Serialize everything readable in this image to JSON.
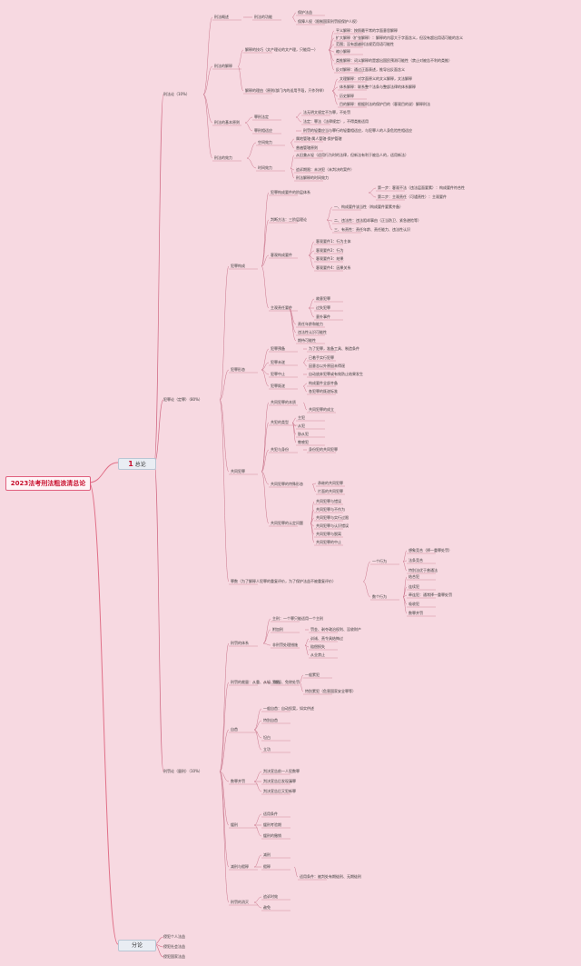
{
  "title": "2023法考刑法粗浪清总论",
  "branches": {
    "zonglun": {
      "num": "1",
      "label": "总论"
    },
    "fenlun": {
      "label": "分论"
    }
  },
  "sections": {
    "xingfalun": "刑法论（10%）",
    "fanzuilun": "犯罪论（定罪）（80%）",
    "xingfalun2": "刑罚论（量刑）（10%）"
  },
  "fenlun_items": [
    "侵犯个人法益",
    "侵犯社会法益",
    "侵犯国家法益"
  ],
  "t": {
    "a1": "刑法概述",
    "a1a": "刑法的功能",
    "a1a1": "保护法益",
    "a1a2": "保障人权（限制国家刑罚权保护人权）",
    "a2": "刑法的解释",
    "a2a": "解释的技巧（文产理论的文产理，只能用一）",
    "a2a1": "平义解释：按照最平常的字面意思解释",
    "a2a2": "扩大解释（扩张解释）：解释的内容大于字面含义，但没有超出用语可能的含义",
    "a2a3": "范围；没有超越刑法规范用语可能性",
    "a2a4": "缩小解释",
    "a2a5": "类推解释：词义解释的是超出国民预测可能性（禁止对被告不利的类推）",
    "a2a6": "反对解释：通过正面表述，推导出反面含义",
    "a2b": "解释的理由（原则/部门内的适用手段，只作列举）",
    "a2b1": "文理解释：对字面原义的文义解释，文法解释",
    "a2b2": "体系解释：联系整个法条与整部法律的体系解释",
    "a2b3": "历史解释",
    "a2b4": "目的解释：根据刑法的保护目的（客观目的说）解释刑法",
    "a3": "刑法的基本原则",
    "a3a": "罪刑法定",
    "a3a1": "法无明文规定不为罪，不处罚",
    "a3a2": "法定：罪法（法律规定），不得类推适用",
    "a3b": "罪刑相适应",
    "a3b1": "刑罚的轻重应当与罪行的轻重相适应，与犯罪人的人身危险性相适应",
    "a4": "刑法的效力",
    "a4a": "空间效力",
    "a4a1": "属地管辖·属人管辖·保护管辖",
    "a4a2": "普遍管辖原则",
    "a4b": "时间效力",
    "a4b1": "从旧兼从轻（适用行为时的法律，但新法有利于被告人的，适用新法）",
    "a4b2": "追诉期限：未决犯（未判决的案件）",
    "a4b3": "刑法解释的时间效力",
    "b1": "犯罪构成",
    "b1a": "犯罪构成要件的阶层体系",
    "b1a1": "第一步：客观不法（违法层面要素）：构成要件符合性",
    "b1a2": "第二步：主观责任（可谴责性）：主观要件",
    "b1b": "判断方法：三阶层理论",
    "b1b1": "一、构成要件该当性（构成要件要素齐备）",
    "b1b2": "二、违法性：违法阻却事由（正当防卫、紧急避险等）",
    "b1b3": "三、有责性：责任年龄、责任能力、违法性认识",
    "b1c": "客观构成要件",
    "b1c1": "客观要件1：行为主体",
    "b1c2": "客观要件2：行为",
    "b1c3": "客观要件3：结果",
    "b1c4": "客观要件4：因果关系",
    "b1d": "主观责任要件",
    "b1d1": "故意犯罪",
    "b1d2": "过失犯罪",
    "b1d3": "意外事件",
    "b1e": "责任年龄和能力",
    "b1e2": "违法性认识可能性",
    "b1e3": "期待可能性",
    "b2": "犯罪形态",
    "b2a": "犯罪预备",
    "b2a1": "为了犯罪，准备工具、制造条件",
    "b2b": "犯罪未遂",
    "b2b1": "已着手实行犯罪",
    "b2b2": "因意志以外原因未得逞",
    "b2c": "犯罪中止",
    "b2c1": "自动放弃犯罪或有效防止结果发生",
    "b2d": "犯罪既遂",
    "b2d1": "构成要件全部齐备",
    "b2d2": "各犯罪的既遂标准",
    "b3": "共同犯罪",
    "b3a": "共同犯罪的本质",
    "b3a1": "共同犯罪的成立",
    "b3b": "共犯的类型",
    "b3b1": "主犯",
    "b3b2": "从犯",
    "b3b3": "胁从犯",
    "b3b4": "教唆犯",
    "b3c": "共犯与身份",
    "b3c1": "身份犯的共同犯罪",
    "b3d": "共同犯罪的特殊形态",
    "b3d1": "承继的共同犯罪",
    "b3d2": "片面的共同犯罪",
    "b3e": "共同犯罪的认定问题",
    "b3e1": "共同犯罪与错误",
    "b3e2": "共同犯罪与不作为",
    "b3e3": "共同犯罪与实行过限",
    "b3e4": "共同犯罪与认识错误",
    "b3e5": "共同犯罪与脱离",
    "b3e6": "共同犯罪的中止",
    "b4": "罪数（为了解释人犯罪的重复评价，为了保护法益不被重复评价）",
    "b4a": "一个行为",
    "b4a1": "想象竞合（择一重罪处罚）",
    "b4a2": "法条竞合",
    "b4a3": "特别法优于普通法",
    "b4b": "数个行为",
    "b4b1": "结合犯",
    "b4b2": "连续犯",
    "b4b3": "牵连犯：通常择一重罪处罚",
    "b4b4": "吸收犯",
    "b4b5": "数罪并罚",
    "c1": "刑罚的体系",
    "c1a": "主刑：一个罪只能适用一个主刑",
    "c1b": "附加刑",
    "c1b1": "罚金、剥夺政治权利、没收财产",
    "c1c": "非刑罚处理措施",
    "c1c1": "训诫、责令具结悔过",
    "c1c2": "赔偿损失",
    "c1c3": "从业禁止",
    "c2": "刑罚的裁量：从重、从轻、减轻、免除处罚",
    "c2a": "累犯",
    "c2a1": "一般累犯",
    "c2a2": "特别累犯（危害国家安全罪等）",
    "c3": "自首",
    "c3a": "一般自首：自动投案，如实供述",
    "c3b": "特别自首",
    "c3c": "坦白",
    "c3d": "立功",
    "c4": "数罪并罚",
    "c4a": "判决宣告前一人犯数罪",
    "c4b": "判决宣告后发现漏罪",
    "c4c": "判决宣告后又犯新罪",
    "c5": "缓刑",
    "c5a": "适用条件",
    "c5b": "缓刑考验期",
    "c5c": "缓刑的撤销",
    "c6": "减刑与假释",
    "c6a": "减刑",
    "c6b": "假释",
    "c6b1": "适用条件：被判处有期徒刑、无期徒刑",
    "c7": "刑罚的消灭",
    "c7a": "追诉时效",
    "c7b": "赦免"
  }
}
